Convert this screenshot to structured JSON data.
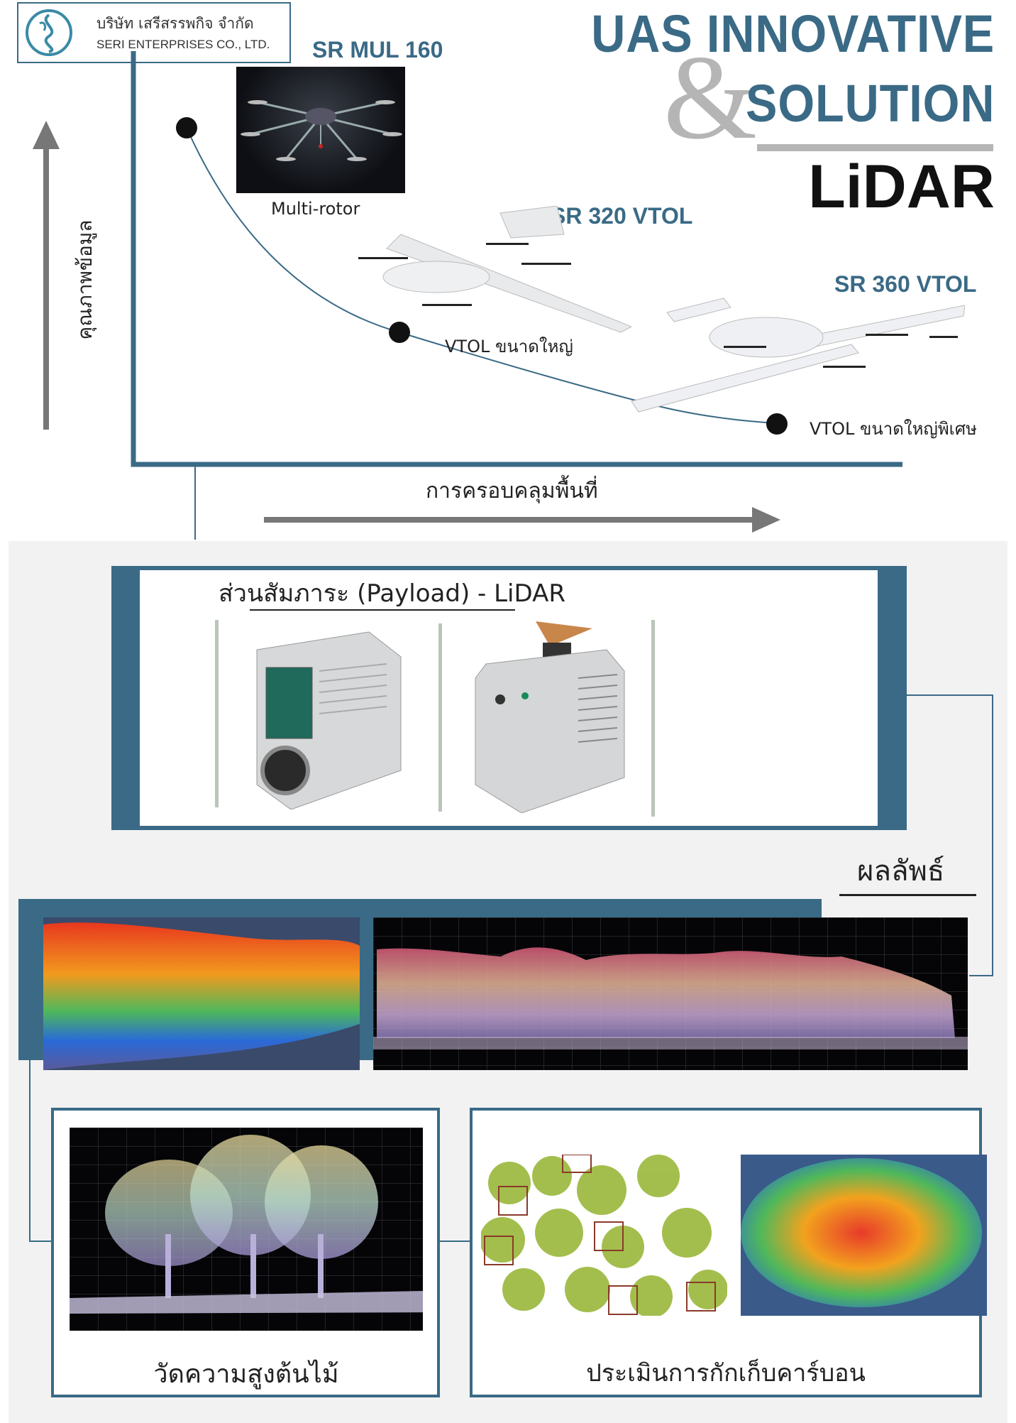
{
  "logo": {
    "name_th": "บริษัท เสรีสรรพกิจ จำกัด",
    "name_en": "SERI ENTERPRISES CO., LTD."
  },
  "title": {
    "line1": "UAS INNOVATIVE",
    "ampersand": "&",
    "line2": "SOLUTION",
    "line3": "LiDAR"
  },
  "axes": {
    "y_label": "คุณภาพข้อมูล",
    "x_label": "การครอบคลุมพื้นที่"
  },
  "drones": [
    {
      "model": "SR MUL 160",
      "caption": "Multi-rotor"
    },
    {
      "model": "SR 320 VTOL",
      "caption": "VTOL ขนาดใหญ่"
    },
    {
      "model": "SR 360 VTOL",
      "caption": "VTOL ขนาดใหญ่พิเศษ"
    }
  ],
  "payload": {
    "heading": "ส่วนสัมภาระ (Payload) - LiDAR"
  },
  "results": {
    "heading": "ผลลัพธ์",
    "tree_height_caption": "วัดความสูงต้นไม้",
    "carbon_caption": "ประเมินการกักเก็บคาร์บอน"
  },
  "colors": {
    "accent": "#3a6a86",
    "gray": "#b5b5b5"
  }
}
